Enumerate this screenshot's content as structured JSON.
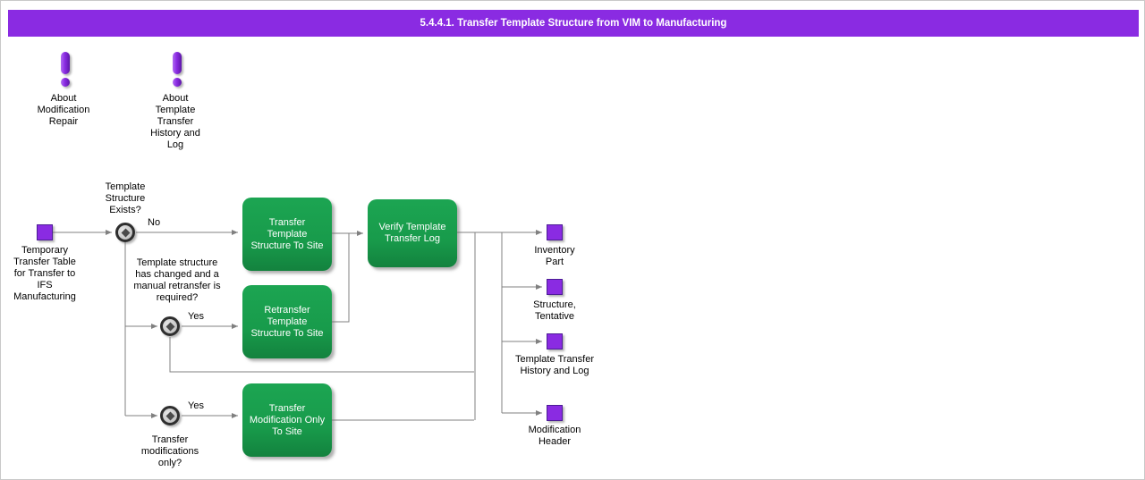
{
  "header": {
    "title": "5.4.4.1. Transfer Template Structure from VIM to Manufacturing"
  },
  "colors": {
    "header_bg": "#8a2be2",
    "object_purple": "#8a2be2",
    "activity_green": "#189b4b",
    "connector_gray": "#808080"
  },
  "info_links": [
    {
      "icon": "exclamation-icon",
      "label": "About Modification Repair"
    },
    {
      "icon": "exclamation-icon",
      "label": "About Template Transfer History and Log"
    }
  ],
  "start": {
    "label": "Temporary Transfer Table for Transfer to IFS Manufacturing"
  },
  "decisions": [
    {
      "question": "Template Structure Exists?",
      "branch": "No"
    },
    {
      "question": "Template structure has changed and a manual retransfer is required?",
      "branch": "Yes"
    },
    {
      "question": "Transfer modifications only?",
      "branch": "Yes"
    }
  ],
  "activities": [
    {
      "label": "Transfer Template Structure To Site"
    },
    {
      "label": "Verify Template Transfer Log"
    },
    {
      "label": "Retransfer Template Structure To Site"
    },
    {
      "label": "Transfer Modification Only To Site"
    }
  ],
  "outputs": [
    {
      "label": "Inventory Part"
    },
    {
      "label": "Structure, Tentative"
    },
    {
      "label": "Template Transfer History and Log"
    },
    {
      "label": "Modification Header"
    }
  ]
}
